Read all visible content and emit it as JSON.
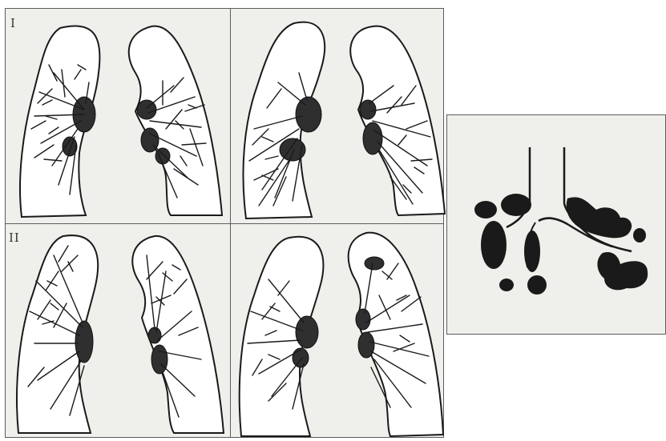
{
  "figure": {
    "row_labels": [
      "I",
      "II"
    ],
    "cells": [
      {
        "row": "I",
        "column": 1
      },
      {
        "row": "I",
        "column": 2
      },
      {
        "row": "II",
        "column": 1
      },
      {
        "row": "II",
        "column": 2
      }
    ]
  },
  "colors": {
    "panel_background": "#efefeb",
    "ink": "#1a1a1a",
    "lung_fill": "#ffffff"
  }
}
